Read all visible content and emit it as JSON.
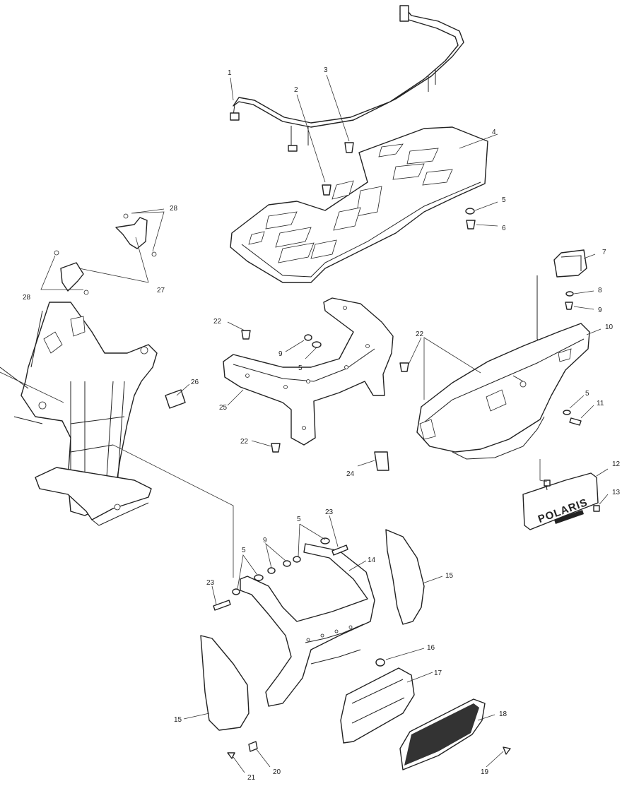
{
  "callouts": [
    {
      "label": "1"
    },
    {
      "label": "2"
    },
    {
      "label": "3"
    },
    {
      "label": "4"
    },
    {
      "label": "5"
    },
    {
      "label": "6"
    },
    {
      "label": "7"
    },
    {
      "label": "8"
    },
    {
      "label": "9"
    },
    {
      "label": "10"
    },
    {
      "label": "5"
    },
    {
      "label": "11"
    },
    {
      "label": "12"
    },
    {
      "label": "13"
    },
    {
      "label": "28"
    },
    {
      "label": "27"
    },
    {
      "label": "28"
    },
    {
      "label": "22"
    },
    {
      "label": "9"
    },
    {
      "label": "5"
    },
    {
      "label": "22"
    },
    {
      "label": "26"
    },
    {
      "label": "25"
    },
    {
      "label": "22"
    },
    {
      "label": "24"
    },
    {
      "label": "5"
    },
    {
      "label": "23"
    },
    {
      "label": "9"
    },
    {
      "label": "5"
    },
    {
      "label": "14"
    },
    {
      "label": "23"
    },
    {
      "label": "15"
    },
    {
      "label": "16"
    },
    {
      "label": "17"
    },
    {
      "label": "15"
    },
    {
      "label": "18"
    },
    {
      "label": "19"
    },
    {
      "label": "20"
    },
    {
      "label": "21"
    }
  ],
  "logo_text": "POLARIS"
}
